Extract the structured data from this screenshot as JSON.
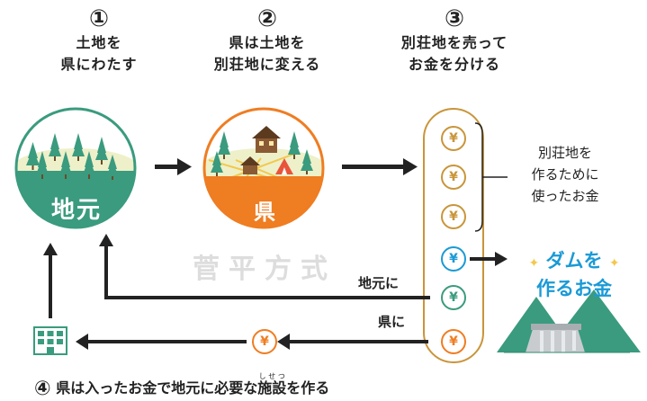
{
  "steps": [
    {
      "num": "①",
      "line1": "土地を",
      "line2": "県にわたす"
    },
    {
      "num": "②",
      "line1": "県は土地を",
      "line2": "別荘地に変える"
    },
    {
      "num": "③",
      "line1": "別荘地を売って",
      "line2": "お金を分ける"
    }
  ],
  "circles": {
    "local_label": "地元",
    "pref_label": "県"
  },
  "system_name": "菅平方式",
  "coins": {
    "yen_symbol": "¥"
  },
  "villa_money_note": {
    "line1": "別荘地を",
    "line2": "作るために",
    "line3": "使ったお金"
  },
  "dam_money": {
    "line1": "ダムを",
    "line2": "作るお金",
    "sparkle": "✦"
  },
  "flow_labels": {
    "to_local": "地元に",
    "to_pref": "県に"
  },
  "step4": {
    "num": "④",
    "text_before": "県は入ったお金で地元に必要な",
    "ruby_base": "施設",
    "ruby_text": "しせつ",
    "text_after": "を作る"
  },
  "colors": {
    "green": "#3a9b7e",
    "orange": "#ef7d22",
    "blue": "#1a9ad6",
    "gold": "#c9953a",
    "watermark": "#dddddd"
  }
}
